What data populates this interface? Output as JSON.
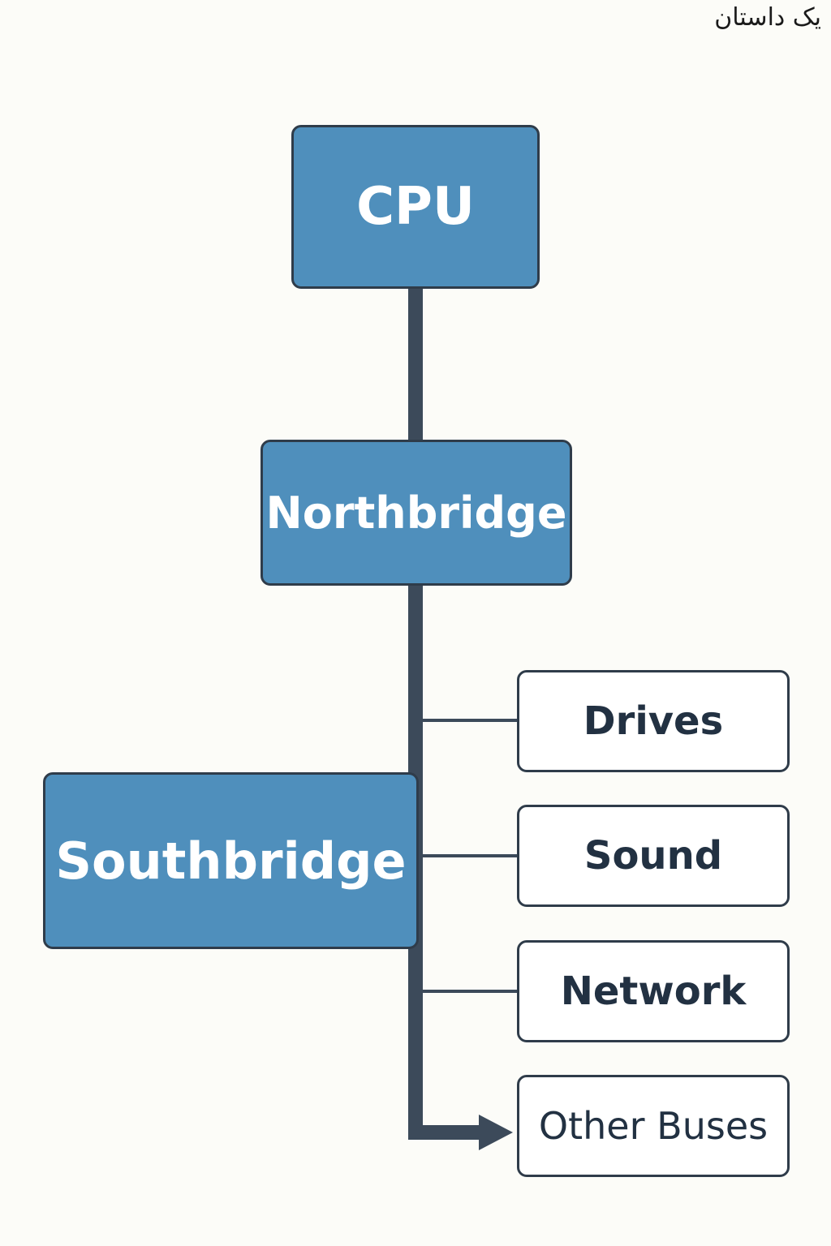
{
  "corner_text": "یک داستان",
  "nodes": {
    "cpu": "CPU",
    "northbridge": "Northbridge",
    "southbridge": "Southbridge",
    "drives": "Drives",
    "sound": "Sound",
    "network": "Network",
    "other_buses": "Other Buses"
  },
  "colors": {
    "primary_fill": "#4f8fbc",
    "primary_text": "#ffffff",
    "secondary_fill": "#ffffff",
    "secondary_text": "#223142",
    "stroke": "#2f3c4a",
    "background": "#fcfcf8"
  }
}
